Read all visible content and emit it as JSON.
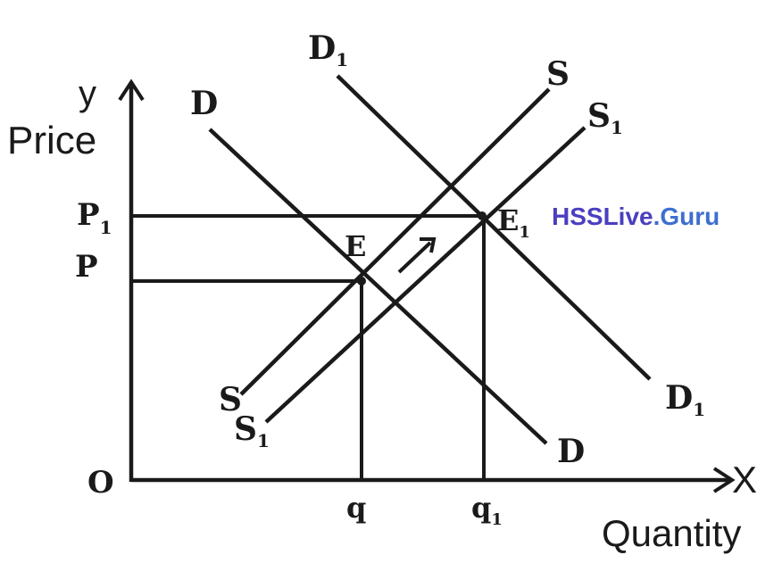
{
  "axes": {
    "y_symbol": "y",
    "y_label": "Price",
    "x_symbol": "X",
    "x_label": "Quantity",
    "origin": "O"
  },
  "price_ticks": {
    "p1": "P",
    "p1_sub": "1",
    "p": "P"
  },
  "quantity_ticks": {
    "q": "q",
    "q1": "q",
    "q1_sub": "1"
  },
  "curves": {
    "d_initial": {
      "label": "D"
    },
    "d_new": {
      "label": "D",
      "sub": "1"
    },
    "s_initial": {
      "label": "S"
    },
    "s_new": {
      "label": "S",
      "sub": "1"
    }
  },
  "equilibria": {
    "e": {
      "label": "E"
    },
    "e1": {
      "label": "E",
      "sub": "1"
    }
  },
  "shift_arrow": "rightward shift arrow",
  "watermark": {
    "part1": "HSSLive",
    "part2": ".Guru",
    "color1": "#4a3fbf",
    "color2": "#3d6fd0"
  }
}
